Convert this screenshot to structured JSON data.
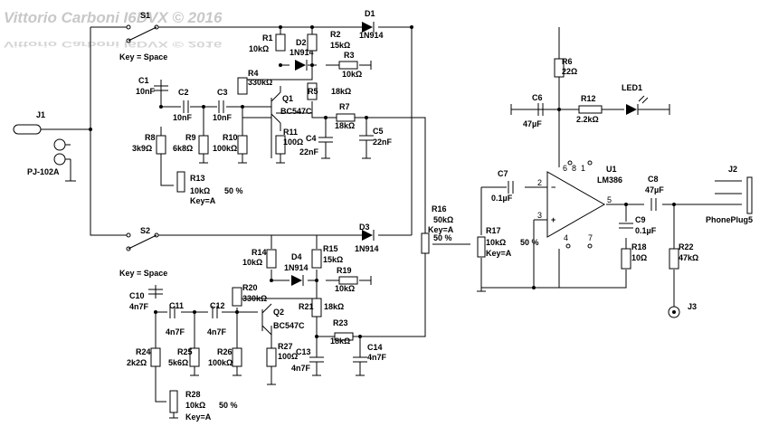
{
  "watermark": {
    "text": "Vittorio Carboni  I6DVX  © 2016"
  },
  "switch_labels": {
    "s1": "S1",
    "s2": "S2",
    "key_s1": "Key = Space",
    "key_s2": "Key = Space"
  },
  "jacks": {
    "j1": "J1",
    "j1_part": "PJ-102A",
    "j2": "J2",
    "j2_part": "PhonePlug5",
    "j3": "J3"
  },
  "diodes": {
    "d1": {
      "name": "D1",
      "value": "1N914"
    },
    "d2": {
      "name": "D2",
      "value": "1N914"
    },
    "d3": {
      "name": "D3",
      "value": "1N914"
    },
    "d4": {
      "name": "D4",
      "value": "1N914"
    },
    "led1": {
      "name": "LED1"
    }
  },
  "transistors": {
    "q1": {
      "name": "Q1",
      "value": "BC547C"
    },
    "q2": {
      "name": "Q2",
      "value": "BC547C"
    }
  },
  "ic": {
    "name": "U1",
    "value": "LM386",
    "pin2": "2",
    "pin3": "3",
    "pin4": "4",
    "pin5": "5",
    "pin6": "6",
    "pin7": "7",
    "pin8": "8",
    "pin1": "1"
  },
  "resistors": {
    "r1": {
      "name": "R1",
      "value": "10kΩ"
    },
    "r2": {
      "name": "R2",
      "value": "15kΩ"
    },
    "r3": {
      "name": "R3",
      "value": "10kΩ"
    },
    "r4": {
      "name": "R4",
      "value": "330kΩ"
    },
    "r5": {
      "name": "R5",
      "value": "18kΩ"
    },
    "r6": {
      "name": "R6",
      "value": "22Ω"
    },
    "r7": {
      "name": "R7",
      "value": "18kΩ"
    },
    "r8": {
      "name": "R8",
      "value": "3k9Ω"
    },
    "r9": {
      "name": "R9",
      "value": "6k8Ω"
    },
    "r10": {
      "name": "R10",
      "value": "100kΩ"
    },
    "r11": {
      "name": "R11",
      "value": "100Ω"
    },
    "r12": {
      "name": "R12",
      "value": "2.2kΩ"
    },
    "r14": {
      "name": "R14",
      "value": "10kΩ"
    },
    "r15": {
      "name": "R15",
      "value": "15kΩ"
    },
    "r18": {
      "name": "R18",
      "value": "10Ω"
    },
    "r19": {
      "name": "R19",
      "value": "10kΩ"
    },
    "r20": {
      "name": "R20",
      "value": "330kΩ"
    },
    "r21": {
      "name": "R21",
      "value": "18kΩ"
    },
    "r22": {
      "name": "R22",
      "value": "47kΩ"
    },
    "r23": {
      "name": "R23",
      "value": "18kΩ"
    },
    "r24": {
      "name": "R24",
      "value": "2k2Ω"
    },
    "r25": {
      "name": "R25",
      "value": "5k6Ω"
    },
    "r26": {
      "name": "R26",
      "value": "100kΩ"
    },
    "r27": {
      "name": "R27",
      "value": "100Ω"
    }
  },
  "pots": {
    "r13": {
      "name": "R13",
      "value": "10kΩ",
      "key": "Key=A",
      "pct": "50 %"
    },
    "r16": {
      "name": "R16",
      "value": "50kΩ",
      "key": "Key=A",
      "pct": "50 %"
    },
    "r17": {
      "name": "R17",
      "value": "10kΩ",
      "key": "Key=A",
      "pct": "50 %"
    },
    "r28": {
      "name": "R28",
      "value": "10kΩ",
      "key": "Key=A",
      "pct": "50 %"
    }
  },
  "capacitors": {
    "c1": {
      "name": "C1",
      "value": "10nF"
    },
    "c2": {
      "name": "C2",
      "value": "10nF"
    },
    "c3": {
      "name": "C3",
      "value": "10nF"
    },
    "c4": {
      "name": "C4",
      "value": "22nF"
    },
    "c5": {
      "name": "C5",
      "value": "22nF"
    },
    "c6": {
      "name": "C6",
      "value": "47µF"
    },
    "c7": {
      "name": "C7",
      "value": "0.1µF"
    },
    "c8": {
      "name": "C8",
      "value": "47µF"
    },
    "c9": {
      "name": "C9",
      "value": "0.1µF"
    },
    "c10": {
      "name": "C10",
      "value": "4n7F"
    },
    "c11": {
      "name": "C11",
      "value": "4n7F"
    },
    "c12": {
      "name": "C12",
      "value": "4n7F"
    },
    "c13": {
      "name": "C13",
      "value": "4n7F"
    },
    "c14": {
      "name": "C14",
      "value": "4n7F"
    }
  }
}
